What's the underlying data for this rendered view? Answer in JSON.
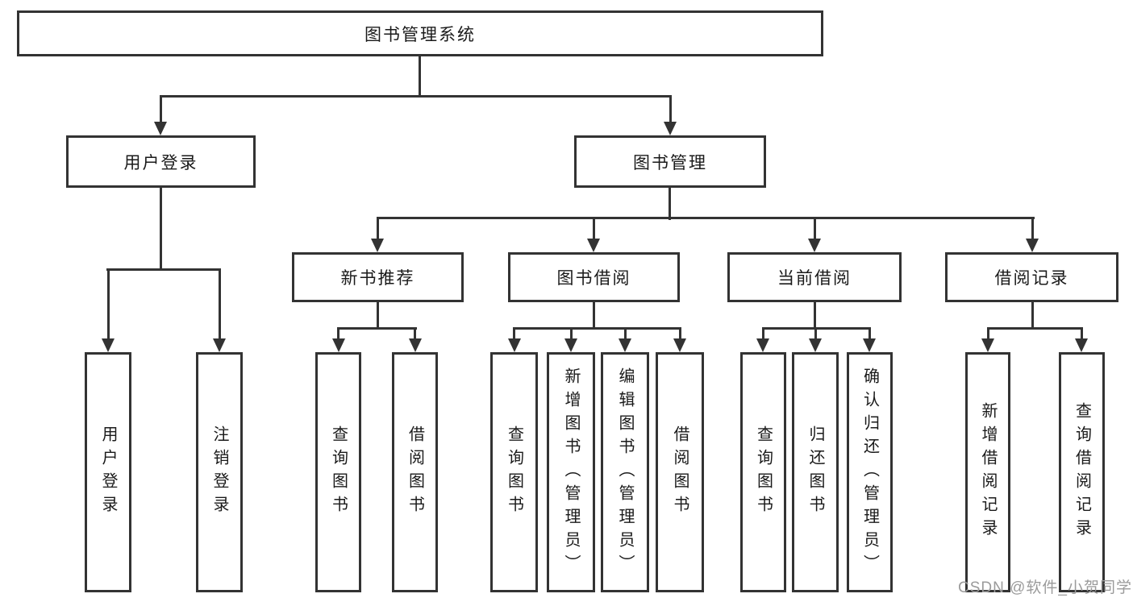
{
  "diagram": {
    "root": {
      "label": "图书管理系统"
    },
    "level2": [
      {
        "label": "用户登录"
      },
      {
        "label": "图书管理"
      }
    ],
    "level3": [
      {
        "label": "新书推荐"
      },
      {
        "label": "图书借阅"
      },
      {
        "label": "当前借阅"
      },
      {
        "label": "借阅记录"
      }
    ],
    "children": {
      "user_login": [
        "用户登录",
        "注销登录"
      ],
      "new_book": [
        "查询图书",
        "借阅图书"
      ],
      "book_borrow": [
        "查询图书",
        "新增图书（管理员）",
        "编辑图书（管理员）",
        "借阅图书"
      ],
      "current_borrow": [
        "查询图书",
        "归还图书",
        "确认归还（管理员）"
      ],
      "borrow_record": [
        "新增借阅记录",
        "查询借阅记录"
      ]
    },
    "colors": {
      "line": "#333333",
      "text": "#1a1a1a",
      "background": "#ffffff",
      "watermark": "#9b9b9b"
    },
    "watermark": "CSDN @软件_小贺同学"
  }
}
